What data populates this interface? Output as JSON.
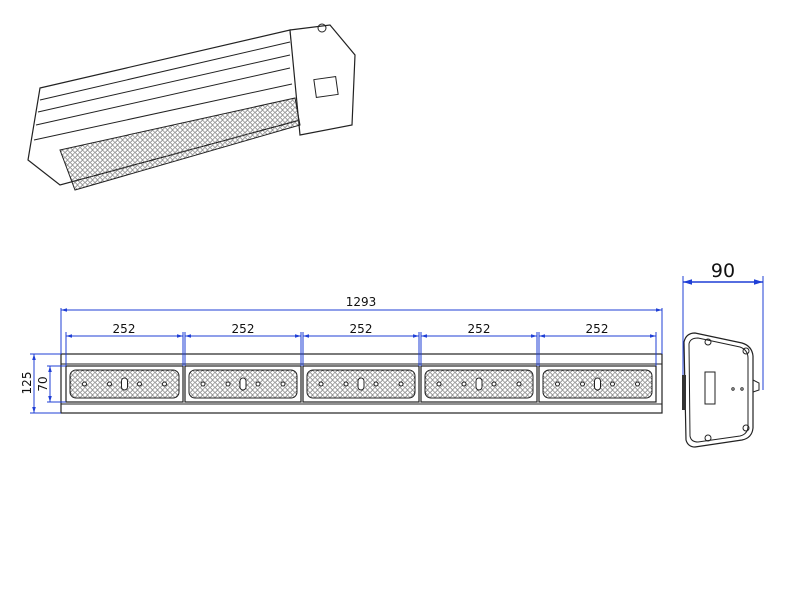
{
  "colors": {
    "dimension": "#1f3fd6",
    "outline": "#222222",
    "background": "#ffffff"
  },
  "front_view": {
    "overall_length": "1293",
    "module_lengths": [
      "252",
      "252",
      "252",
      "252",
      "252"
    ],
    "overall_height": "125",
    "module_height": "70"
  },
  "side_view": {
    "depth": "90"
  },
  "iso_view": {
    "icon": "led-high-bay-linear-light-isometric"
  }
}
